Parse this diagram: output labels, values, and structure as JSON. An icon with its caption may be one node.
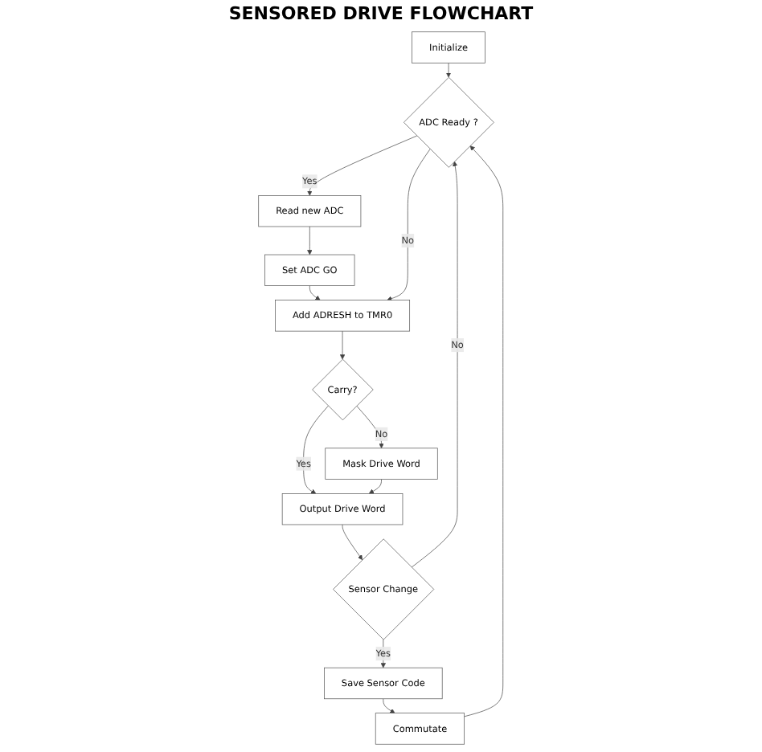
{
  "diagram": {
    "title": "SENSORED DRIVE FLOWCHART",
    "nodes": [
      {
        "text": [
          "Initialize"
        ]
      },
      {
        "text": [
          "ADC Ready ?"
        ]
      },
      {
        "text": [
          "Read new ADC"
        ]
      },
      {
        "text": [
          "Set ADC GO"
        ]
      },
      {
        "text": [
          "Add ADRESH to TMR0"
        ]
      },
      {
        "text": [
          "Carry?"
        ]
      },
      {
        "text": [
          "Mask Drive Word"
        ]
      },
      {
        "text": [
          "Output Drive Word"
        ]
      },
      {
        "text": [
          "Sensor Change"
        ]
      },
      {
        "text": [
          "Save Sensor Code"
        ]
      },
      {
        "text": [
          "Commutate"
        ]
      }
    ],
    "edges": [
      {
        "from": 0,
        "to": 1,
        "arrow": "to"
      },
      {
        "from": 1,
        "to": 2,
        "arrow": "to",
        "label": "Yes"
      },
      {
        "from": 2,
        "to": 3,
        "arrow": "to"
      },
      {
        "from": 3,
        "to": 4,
        "arrow": "to"
      },
      {
        "from": 1,
        "to": 4,
        "arrow": "to",
        "label": "No"
      },
      {
        "from": 4,
        "to": 5,
        "arrow": "to"
      },
      {
        "from": 5,
        "to": 6,
        "arrow": "to",
        "label": "No"
      },
      {
        "from": 5,
        "to": 7,
        "arrow": "to",
        "label": "Yes"
      },
      {
        "from": 6,
        "to": 7,
        "arrow": "to"
      },
      {
        "from": 7,
        "to": 8,
        "arrow": "to"
      },
      {
        "from": 8,
        "to": 1,
        "arrow": "to",
        "label": "No"
      },
      {
        "from": 8,
        "to": 9,
        "arrow": "to",
        "label": "Yes"
      },
      {
        "from": 9,
        "to": 10,
        "arrow": "to"
      },
      {
        "from": 10,
        "to": 1,
        "arrow": "to"
      }
    ]
  }
}
